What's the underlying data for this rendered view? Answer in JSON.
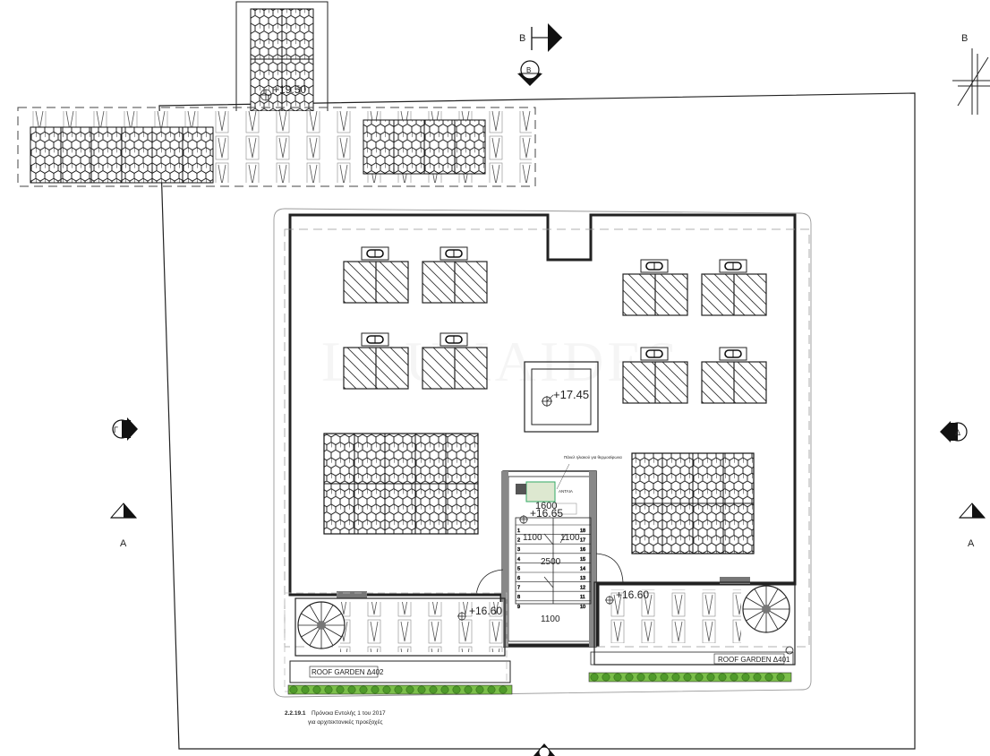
{
  "plan": {
    "watermark": "LOUKAIDES",
    "levels": {
      "top_structure": "+19.50",
      "roof_center": "+17.45",
      "stair_top": "+16.65",
      "left_terrace": "+16.60",
      "right_terrace": "+16.60"
    },
    "dimensions": {
      "stair_top": "1600",
      "stair_left": "1100",
      "stair_right": "1100",
      "stair_mid": "2500",
      "stair_bottom": "1100"
    },
    "stair_steps_left": [
      "1",
      "2",
      "3",
      "4",
      "5",
      "6",
      "7",
      "8",
      "9"
    ],
    "stair_steps_right": [
      "18",
      "17",
      "16",
      "15",
      "14",
      "13",
      "12",
      "11",
      "10"
    ],
    "gardens": {
      "left": "ROOF GARDEN Δ402",
      "right": "ROOF GARDEN Δ401"
    },
    "note": {
      "ref": "2.2.19.1",
      "line1": "Πρόνοια Εντολής 1 του 2017",
      "line2": "για αρχιτεκτονικές προεξοχές"
    },
    "section_markers": {
      "b_top": "B",
      "b_circle": "B",
      "left_circle": "Γ",
      "right_circle": "Δ",
      "a_left": "A",
      "a_right": "A"
    },
    "north_arrow": "B",
    "stair_equipment_label": "Πάνελ ηλιακού για θερμοσίφωνα",
    "stair_equipment_label2": "ΑΝΤΛΙΑ"
  }
}
